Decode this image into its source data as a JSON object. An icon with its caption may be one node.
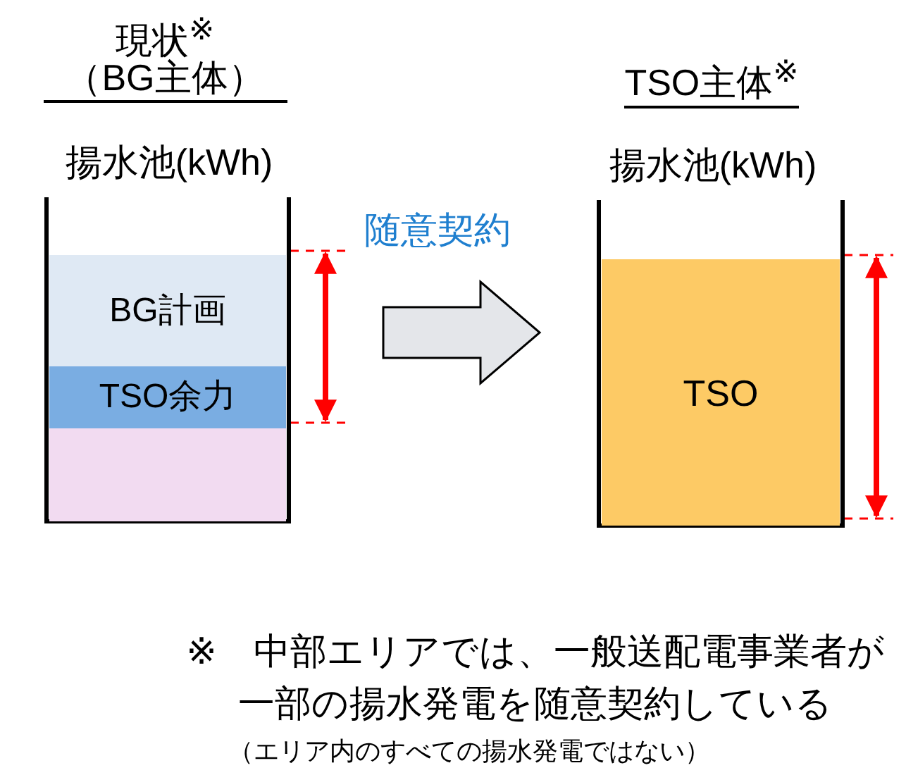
{
  "diagram": {
    "nodes": [
      {
        "text": [
          "揚水池(kWh)"
        ]
      },
      {
        "text": [
          "BG計画"
        ],
        "in": 0
      },
      {
        "text": [
          "TSO余力"
        ],
        "in": 0
      },
      {
        "text": [],
        "shape": "box",
        "in": 0
      },
      {
        "text": [
          "揚水池(kWh)"
        ]
      },
      {
        "text": [
          "TSO"
        ],
        "in": 4
      }
    ],
    "edges": [
      {
        "from": 0,
        "to": 4,
        "arrow": "to",
        "label": "随意契約"
      }
    ],
    "labels": [
      "現状$^{※}$",
      "（BG主体）",
      "TSO主体$^{※}$",
      "※　中部エリアでは、一般送配電事業者が一部の揚水発電を随意契約している",
      "（エリア内のすべての揚水発電ではない）"
    ]
  }
}
